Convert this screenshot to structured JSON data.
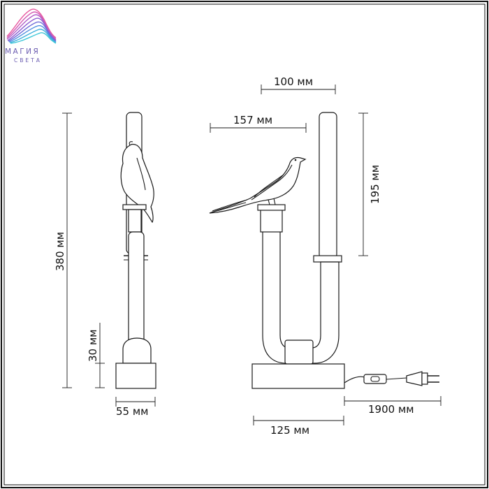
{
  "logo": {
    "name": "МАГИЯ",
    "tagline": "СВЕТА",
    "colors": [
      "#e85aa0",
      "#b05cc8",
      "#7a5fd6",
      "#4f8fe0",
      "#3fc7d8"
    ]
  },
  "dimensions": {
    "top_width": "100 мм",
    "bird_length": "157 мм",
    "upper_height": "195 мм",
    "total_height": "380 мм",
    "base_height": "30 мм",
    "side_depth": "55 мм",
    "base_width": "125 мм",
    "cable_length": "1900 мм"
  }
}
